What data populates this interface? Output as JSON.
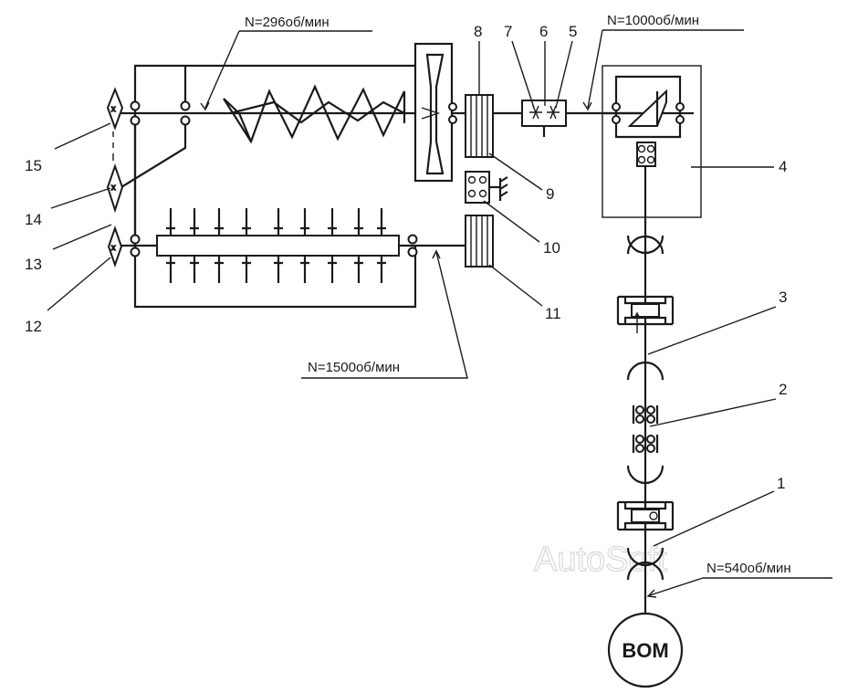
{
  "speeds": {
    "screw": "N=296об/мин",
    "gearbox": "N=1000об/мин",
    "rotor": "N=1500об/мин",
    "pto": "N=540об/мин"
  },
  "callouts": [
    "1",
    "2",
    "3",
    "4",
    "5",
    "6",
    "7",
    "8",
    "9",
    "10",
    "11",
    "12",
    "13",
    "14",
    "15"
  ],
  "pto_label": "BOM",
  "watermark": "AutoSoft",
  "colors": {
    "line": "#1a1a1a",
    "background": "#ffffff",
    "watermark": "#d8d8d8"
  }
}
